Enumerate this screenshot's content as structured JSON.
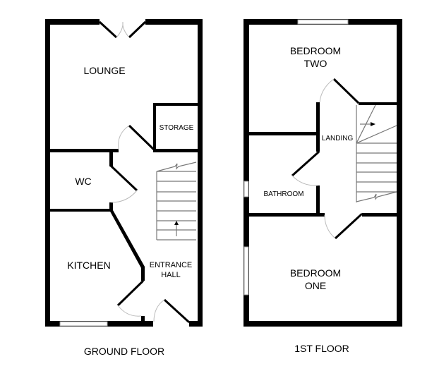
{
  "ground_floor": {
    "caption": "GROUND FLOOR",
    "rooms": {
      "lounge": "LOUNGE",
      "storage": "STORAGE",
      "wc": "WC",
      "kitchen": "KITCHEN",
      "entrance_hall_line1": "ENTRANCE",
      "entrance_hall_line2": "HALL"
    }
  },
  "first_floor": {
    "caption": "1ST FLOOR",
    "rooms": {
      "bedroom_two_line1": "BEDROOM",
      "bedroom_two_line2": "TWO",
      "landing": "LANDING",
      "bathroom": "BATHROOM",
      "bedroom_one_line1": "BEDROOM",
      "bedroom_one_line2": "ONE"
    }
  }
}
